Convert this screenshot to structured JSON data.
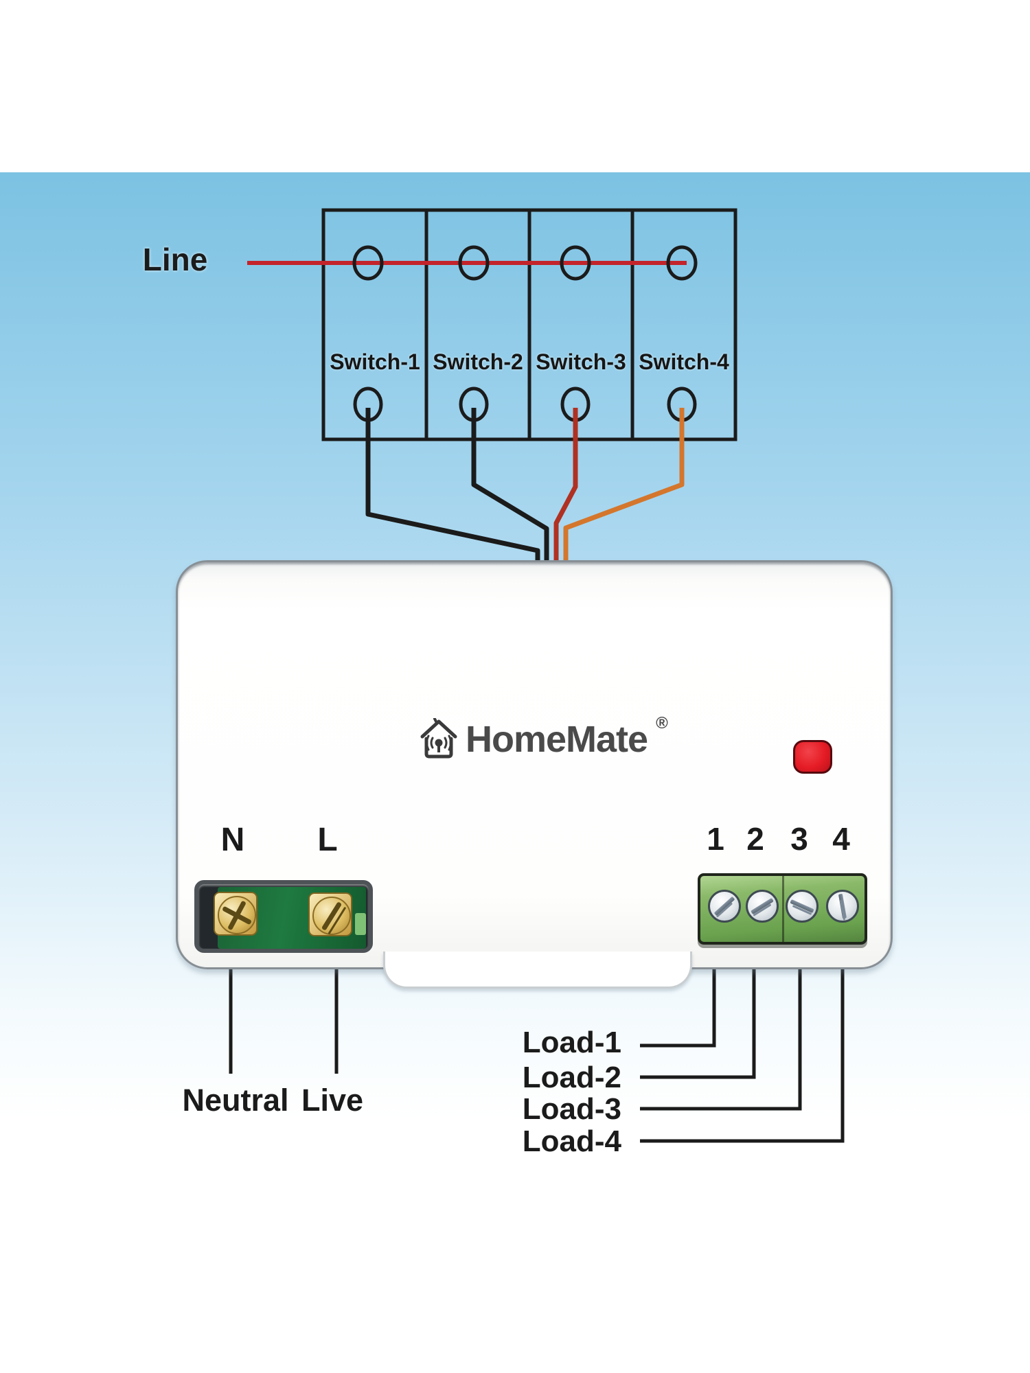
{
  "colors": {
    "bg_blue_top": "#7cc2e2",
    "line_red": "#c3242b",
    "wire_black": "#1b1b1b",
    "wire_red": "#b03122",
    "wire_orange": "#d4762c",
    "button_red": "#e51c25",
    "pcb_green": "#1e7a40",
    "terminal_green": "#6aa24e",
    "brass_gold": "#c49a3f",
    "logo_gray": "#4a4a4a",
    "text_black": "#1b1b1b"
  },
  "switch_panel": {
    "line_label": "Line",
    "switches": [
      {
        "label": "Switch-1"
      },
      {
        "label": "Switch-2"
      },
      {
        "label": "Switch-3"
      },
      {
        "label": "Switch-4"
      }
    ]
  },
  "device": {
    "brand": "HomeMate",
    "registered_mark": "®",
    "terminal_left": {
      "neutral_label": "N",
      "live_label": "L"
    },
    "terminal_right": {
      "channel_labels": [
        "1",
        "2",
        "3",
        "4"
      ]
    }
  },
  "bottom_labels": {
    "neutral": "Neutral",
    "live": "Live",
    "loads": [
      "Load-1",
      "Load-2",
      "Load-3",
      "Load-4"
    ]
  }
}
